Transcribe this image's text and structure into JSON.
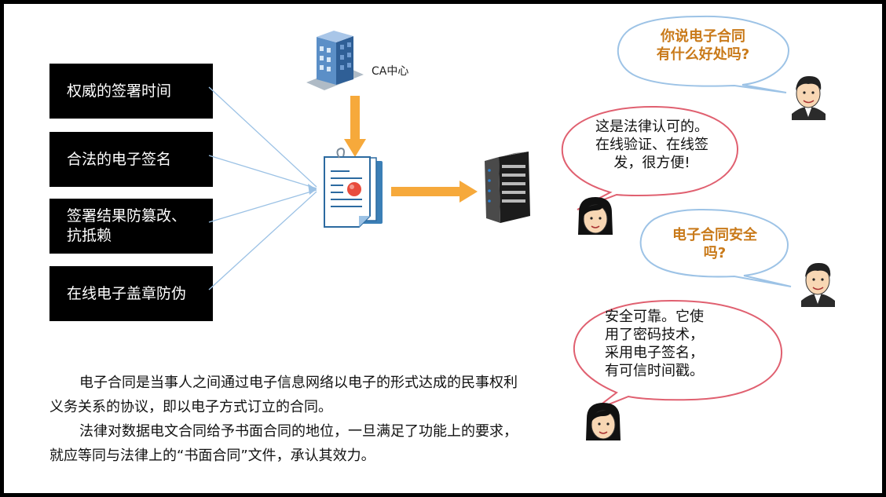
{
  "features": [
    "权威的签署时间",
    "合法的电子签名",
    "签署结果防篡改、\n抗抵赖",
    "在线电子盖章防伪"
  ],
  "ca_label": "CA中心",
  "dialogue": [
    {
      "speaker": "man",
      "text": "你说电子合同\n有什么好处吗?"
    },
    {
      "speaker": "woman",
      "text": "这是法律认可的。\n在线验证、在线签\n发，很方便!"
    },
    {
      "speaker": "man",
      "text": "电子合同安全\n吗?"
    },
    {
      "speaker": "woman",
      "text": "安全可靠。它使\n用了密码技术，\n采用电子签名，\n有可信时间戳。"
    }
  ],
  "paragraphs": [
    "电子合同是当事人之间通过电子信息网络以电子的形式达成的民事权利义务关系的协议，即以电子方式订立的合同。",
    "法律对数据电文合同给予书面合同的地位，一旦满足了功能上的要求，就应等同与法律上的“书面合同”文件，承认其效力。"
  ],
  "colors": {
    "arrow_orange": "#f6a93b",
    "connector_blue": "#9cc2e5",
    "question_bubble": "#9dc3e6",
    "answer_bubble": "#e06070",
    "question_text": "#c97a1a"
  }
}
